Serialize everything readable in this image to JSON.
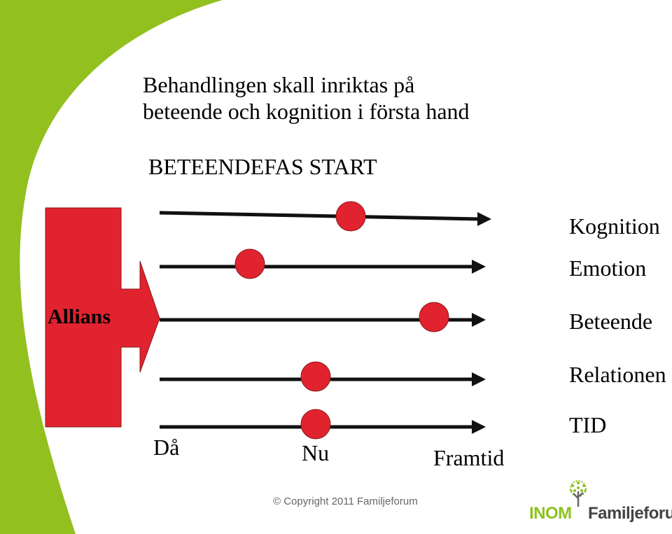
{
  "colors": {
    "accent_green": "#92c01f",
    "marker_red": "#e1232f",
    "line_black": "#111111"
  },
  "title_lines": [
    "Behandlingen skall inriktas på",
    "beteende och kognition i första hand"
  ],
  "phase_label": "BETEENDEFAS START",
  "alliance_label": "Allians",
  "dimensions": [
    "Kognition",
    "Emotion",
    "Beteende",
    "Relationen"
  ],
  "time_axis": {
    "label": "TID",
    "points": [
      "Då",
      "Nu",
      "Framtid"
    ]
  },
  "footer": {
    "copyright": "© Copyright 2011 Familjeforum",
    "logo_text_1": "INOM",
    "logo_text_2": "Familjeforum",
    "logo_icon": "tree-icon"
  }
}
